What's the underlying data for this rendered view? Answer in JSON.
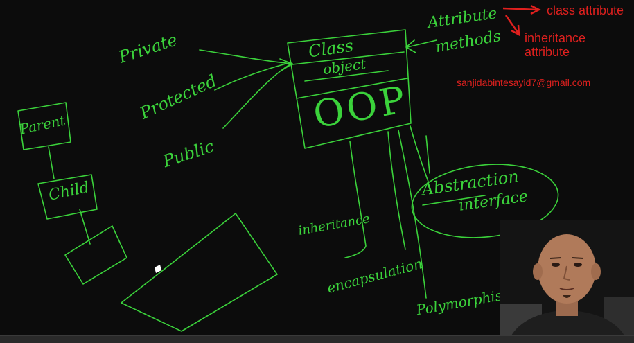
{
  "board": {
    "ink_color": "#3bd23b",
    "background": "#0c0c0c",
    "labels": {
      "class": "Class",
      "object": "object",
      "oop": "OOP",
      "attribute": "Attribute",
      "methods": "methods",
      "private": "Private",
      "protected": "Protected",
      "public": "Public",
      "parent": "Parent",
      "child": "Child",
      "inheritance": "inheritance",
      "encapsulation": "encapsulation",
      "polymorphism": "Polymorphism",
      "abstraction": "Abstraction",
      "interface": "interface"
    }
  },
  "annotations": {
    "color": "#e0201e",
    "class_attribute": "class attribute",
    "inheritance_attribute_line1": "inheritance",
    "inheritance_attribute_line2": "attribute",
    "email": "sanjidabintesayid7@gmail.com"
  },
  "webcam": {
    "icon": "presenter-webcam"
  }
}
